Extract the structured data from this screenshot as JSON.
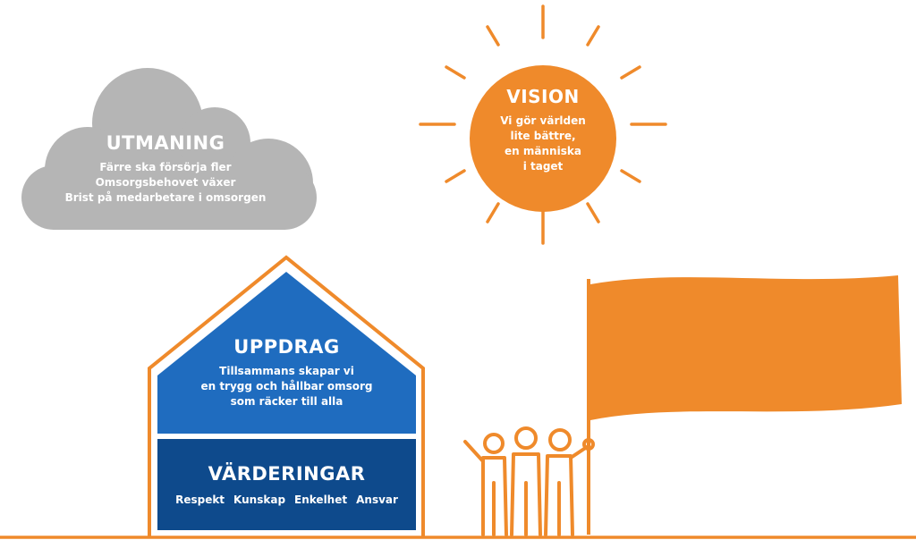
{
  "challenge": {
    "title": "UTMANING",
    "lines": [
      "Färre ska försörja fler",
      "Omsorgsbehovet växer",
      "Brist på medarbetare i omsorgen"
    ]
  },
  "vision": {
    "title": "VISION",
    "lines": [
      "Vi gör världen",
      "lite bättre,",
      "en människa",
      "i taget"
    ]
  },
  "mission": {
    "title": "UPPDRAG",
    "lines": [
      "Tillsammans skapar vi",
      "en trygg och hållbar omsorg",
      "som räcker till alla"
    ]
  },
  "values": {
    "title": "VÄRDERINGAR",
    "items": [
      "Respekt",
      "Kunskap",
      "Enkelhet",
      "Ansvar"
    ]
  },
  "colors": {
    "orange": "#ef8a2b",
    "gray": "#b5b5b5",
    "blue_light": "#1f6cbf",
    "blue_dark": "#0e4a8c",
    "white": "#ffffff"
  }
}
